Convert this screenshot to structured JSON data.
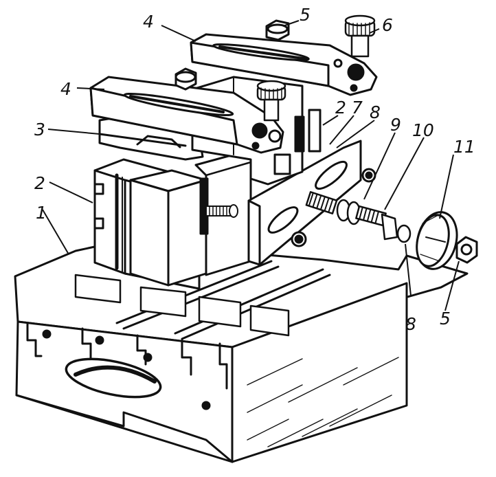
{
  "labels": [
    {
      "id": "label-1",
      "text": "1"
    },
    {
      "id": "label-2-left",
      "text": "2"
    },
    {
      "id": "label-2-right",
      "text": "2"
    },
    {
      "id": "label-3",
      "text": "3"
    },
    {
      "id": "label-4-top",
      "text": "4"
    },
    {
      "id": "label-4-left",
      "text": "4"
    },
    {
      "id": "label-5-top",
      "text": "5"
    },
    {
      "id": "label-5-bottom",
      "text": "5"
    },
    {
      "id": "label-6",
      "text": "6"
    },
    {
      "id": "label-7",
      "text": "7"
    },
    {
      "id": "label-8-top",
      "text": "8"
    },
    {
      "id": "label-8-bottom",
      "text": "8"
    },
    {
      "id": "label-9",
      "text": "9"
    },
    {
      "id": "label-10",
      "text": "10"
    },
    {
      "id": "label-11",
      "text": "11"
    }
  ]
}
